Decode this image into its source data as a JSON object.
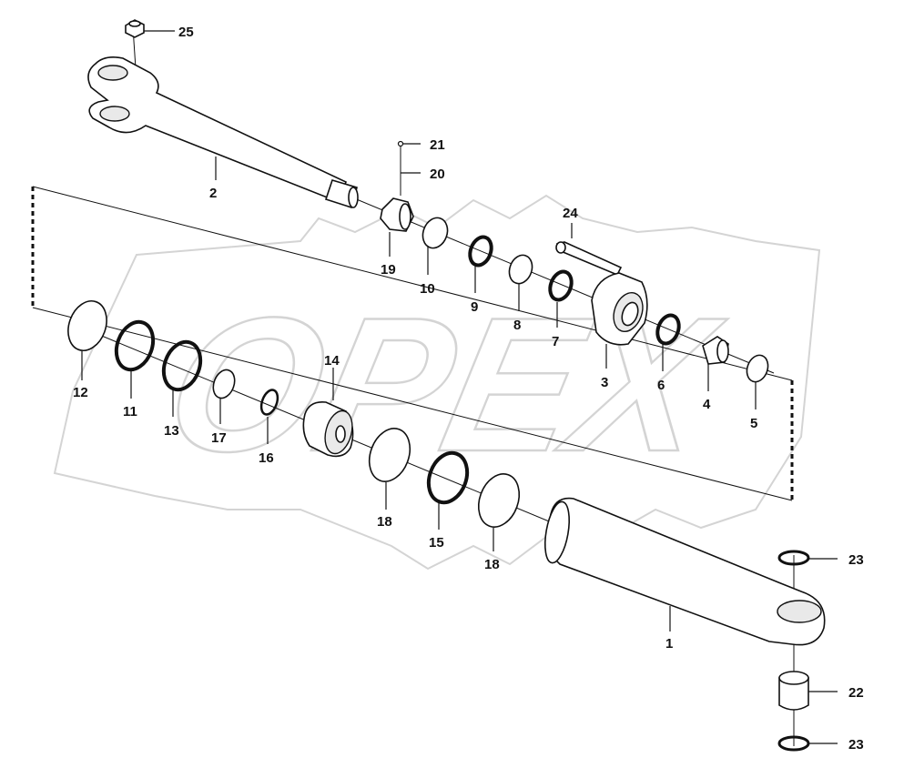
{
  "watermark": {
    "text": "OPEX"
  },
  "callouts": {
    "c1": "1",
    "c2": "2",
    "c3": "3",
    "c4": "4",
    "c5": "5",
    "c6": "6",
    "c7": "7",
    "c8": "8",
    "c9": "9",
    "c10": "10",
    "c11": "11",
    "c12": "12",
    "c13": "13",
    "c14": "14",
    "c15": "15",
    "c16": "16",
    "c17": "17",
    "c18a": "18",
    "c18b": "18",
    "c19": "19",
    "c20": "20",
    "c21": "21",
    "c22": "22",
    "c23a": "23",
    "c23b": "23",
    "c24": "24",
    "c25": "25"
  }
}
